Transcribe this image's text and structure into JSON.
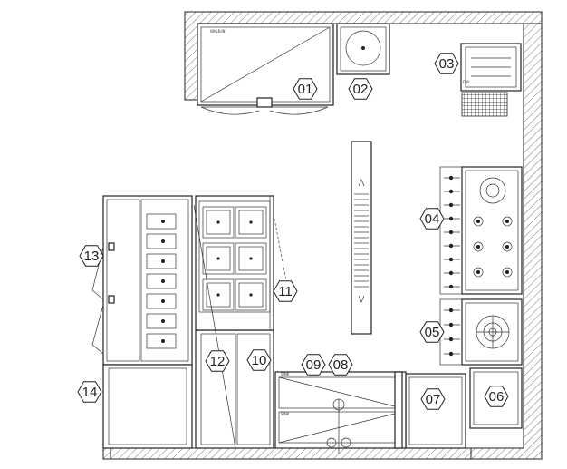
{
  "diagram": {
    "labels": [
      {
        "id": "01",
        "text": "01"
      },
      {
        "id": "02",
        "text": "02"
      },
      {
        "id": "03",
        "text": "03"
      },
      {
        "id": "04",
        "text": "04"
      },
      {
        "id": "05",
        "text": "05"
      },
      {
        "id": "06",
        "text": "06"
      },
      {
        "id": "07",
        "text": "07"
      },
      {
        "id": "08",
        "text": "08"
      },
      {
        "id": "09",
        "text": "09"
      },
      {
        "id": "10",
        "text": "10"
      },
      {
        "id": "11",
        "text": "11"
      },
      {
        "id": "12",
        "text": "12"
      },
      {
        "id": "13",
        "text": "13"
      },
      {
        "id": "14",
        "text": "14"
      }
    ]
  }
}
